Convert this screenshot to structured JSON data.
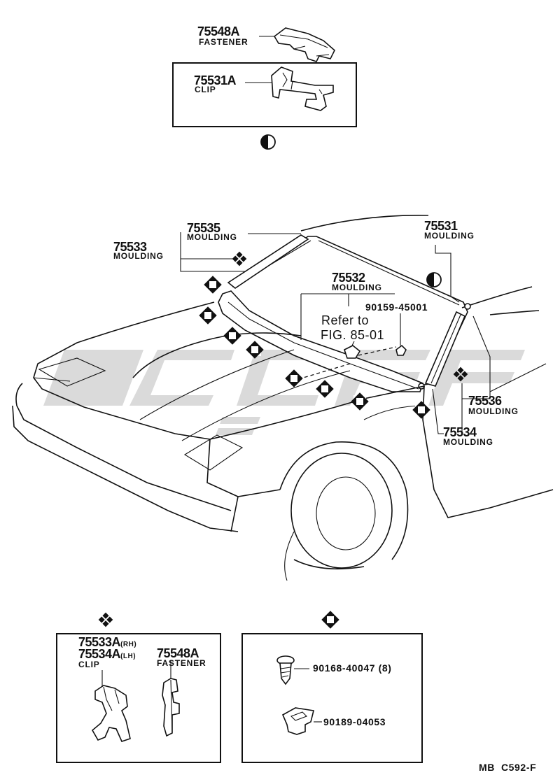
{
  "top": {
    "fastener_pn": "75548A",
    "fastener_name": "FASTENER",
    "clip_pn": "75531A",
    "clip_name": "CLIP"
  },
  "callouts": {
    "m75535_pn": "75535",
    "m75535_name": "MOULDING",
    "m75533_pn": "75533",
    "m75533_name": "MOULDING",
    "m75531_pn": "75531",
    "m75531_name": "MOULDING",
    "m75532_pn": "75532",
    "m75532_name": "MOULDING",
    "screw_pn": "90159-45001",
    "refer_line1": "Refer to",
    "refer_line2": "FIG. 85-01",
    "m75536_pn": "75536",
    "m75536_name": "MOULDING",
    "m75534_pn": "75534",
    "m75534_name": "MOULDING"
  },
  "bottom_left": {
    "clip_rh_pn": "75533A",
    "clip_rh_suffix": "(RH)",
    "clip_lh_pn": "75534A",
    "clip_lh_suffix": "(LH)",
    "clip_name": "CLIP",
    "fastener_pn": "75548A",
    "fastener_name": "FASTENER"
  },
  "bottom_right": {
    "screw_pn": "90168-40047",
    "screw_qty": "(8)",
    "nut_pn": "90189-04053"
  },
  "footer": {
    "code": "MB  C592-F"
  },
  "symbols": {
    "half_circle": "half-filled-circle",
    "quad_diamond": "four-diamond-cluster",
    "outline_diamond": "hollow-diamond-square"
  }
}
